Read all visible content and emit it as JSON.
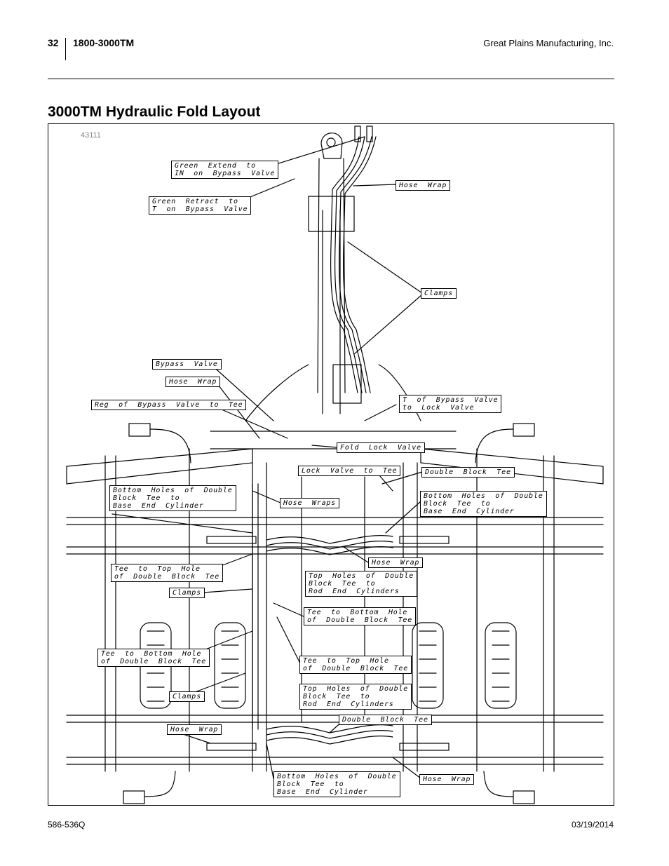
{
  "header": {
    "page_number": "32",
    "model": "1800-3000TM",
    "company": "Great Plains Manufacturing, Inc."
  },
  "title": "3000TM Hydraulic Fold Layout",
  "figure": {
    "id": "43111",
    "callouts": {
      "green_extend": "Green  Extend  to\nIN  on  Bypass  Valve",
      "green_retract": "Green  Retract  to\nT  on  Bypass  Valve",
      "hose_wrap_top": "Hose  Wrap",
      "clamps_top": "Clamps",
      "bypass_valve": "Bypass  Valve",
      "hose_wrap_left_upper": "Hose  Wrap",
      "reg_bypass": "Reg  of  Bypass  Valve  to  Tee",
      "t_bypass": "T  of  Bypass  Valve\nto  Lock  Valve",
      "fold_lock_valve": "Fold  Lock  Valve",
      "lock_valve_tee": "Lock  Valve  to  Tee",
      "double_block_tee_right": "Double  Block  Tee",
      "bottom_holes_left": "Bottom  Holes  of  Double\nBlock  Tee  to\nBase  End  Cylinder",
      "bottom_holes_right": "Bottom  Holes  of  Double\nBlock  Tee  to\nBase  End  Cylinder",
      "hose_wraps_center": "Hose  Wraps",
      "hose_wrap_center": "Hose  Wrap",
      "tee_top_hole_left": "Tee  to  Top  Hole\nof  Double  Block  Tee",
      "top_holes_center": "Top  Holes  of  Double\nBlock  Tee  to\nRod  End  Cylinders",
      "clamps_left_upper": "Clamps",
      "tee_bottom_hole_center": "Tee  to  Bottom  Hole\nof  Double  Block  Tee",
      "tee_bottom_hole_left": "Tee  to  Bottom  Hole\nof  Double  Block  Tee",
      "tee_top_hole_center": "Tee  to  Top  Hole\nof  Double  Block  Tee",
      "top_holes_lower": "Top  Holes  of  Double\nBlock  Tee  to\nRod  End  Cylinders",
      "clamps_left_lower": "Clamps",
      "double_block_tee_lower": "Double  Block  Tee",
      "hose_wrap_left_lower": "Hose  Wrap",
      "bottom_holes_bottom": "Bottom  Holes  of  Double\nBlock  Tee  to\nBase  End  Cylinder",
      "hose_wrap_right_lower": "Hose  Wrap"
    }
  },
  "footer": {
    "doc_number": "586-536Q",
    "date": "03/19/2014"
  }
}
